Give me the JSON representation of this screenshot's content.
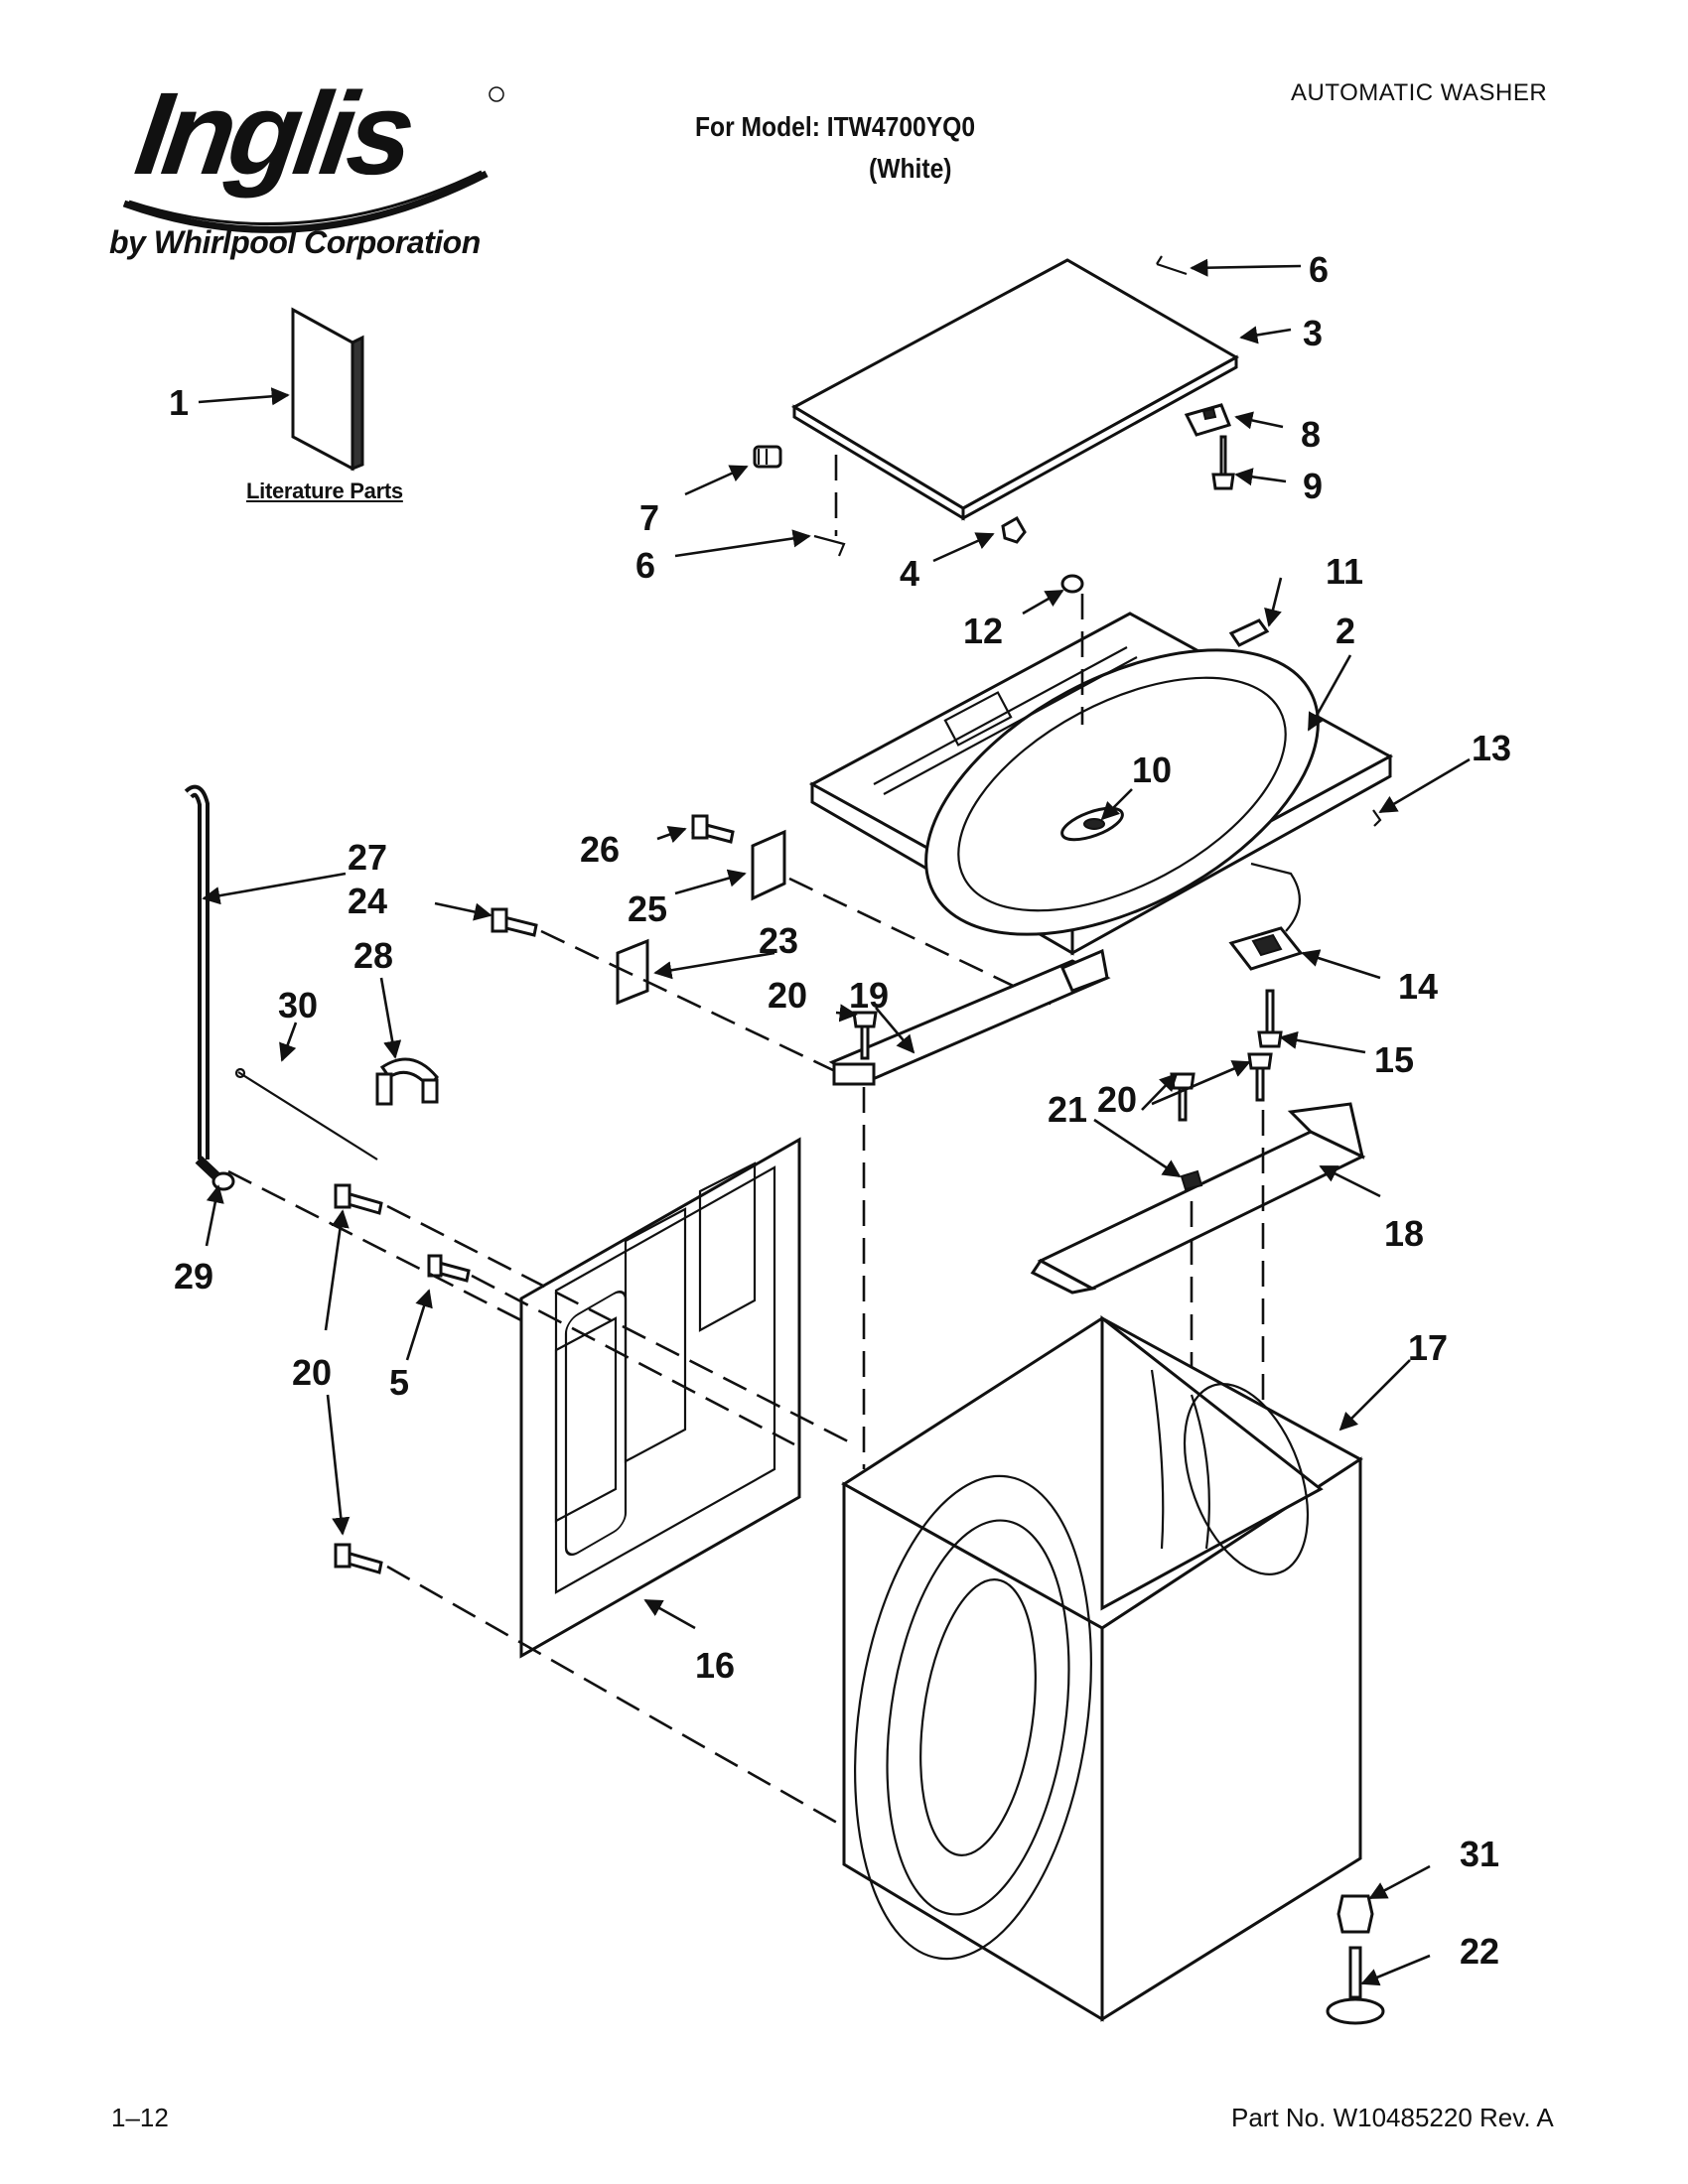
{
  "header": {
    "brand": "Inglis",
    "brand_sub": "by Whirlpool Corporation",
    "doc_type": "AUTOMATIC WASHER",
    "model_line": "For Model: ITW4700YQ0",
    "color_line": "(White)"
  },
  "literature": {
    "label": "Literature Parts"
  },
  "footer": {
    "page_num": "1–12",
    "part_no": "Part No. W10485220 Rev. A"
  },
  "callouts": [
    {
      "id": "c1",
      "label": "1"
    },
    {
      "id": "c2",
      "label": "2"
    },
    {
      "id": "c3",
      "label": "3"
    },
    {
      "id": "c4",
      "label": "4"
    },
    {
      "id": "c5",
      "label": "5"
    },
    {
      "id": "c6a",
      "label": "6"
    },
    {
      "id": "c6b",
      "label": "6"
    },
    {
      "id": "c7",
      "label": "7"
    },
    {
      "id": "c8",
      "label": "8"
    },
    {
      "id": "c9",
      "label": "9"
    },
    {
      "id": "c10",
      "label": "10"
    },
    {
      "id": "c11",
      "label": "11"
    },
    {
      "id": "c12",
      "label": "12"
    },
    {
      "id": "c13",
      "label": "13"
    },
    {
      "id": "c14",
      "label": "14"
    },
    {
      "id": "c15",
      "label": "15"
    },
    {
      "id": "c16",
      "label": "16"
    },
    {
      "id": "c17",
      "label": "17"
    },
    {
      "id": "c18",
      "label": "18"
    },
    {
      "id": "c19",
      "label": "19"
    },
    {
      "id": "c20a",
      "label": "20"
    },
    {
      "id": "c20b",
      "label": "20"
    },
    {
      "id": "c20c",
      "label": "20"
    },
    {
      "id": "c21",
      "label": "21"
    },
    {
      "id": "c22",
      "label": "22"
    },
    {
      "id": "c23",
      "label": "23"
    },
    {
      "id": "c24",
      "label": "24"
    },
    {
      "id": "c25",
      "label": "25"
    },
    {
      "id": "c26",
      "label": "26"
    },
    {
      "id": "c27",
      "label": "27"
    },
    {
      "id": "c28",
      "label": "28"
    },
    {
      "id": "c29",
      "label": "29"
    },
    {
      "id": "c30",
      "label": "30"
    },
    {
      "id": "c31",
      "label": "31"
    }
  ]
}
